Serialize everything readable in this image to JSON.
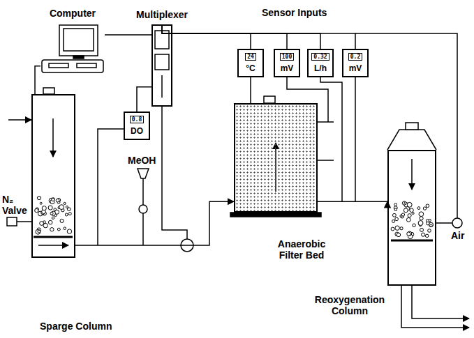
{
  "diagram": {
    "nodes": [
      {
        "text": [
          "Computer"
        ]
      },
      {
        "text": [
          "Multiplexer"
        ]
      },
      {
        "text": [
          "24",
          "°C"
        ]
      },
      {
        "text": [
          "100",
          "mV"
        ]
      },
      {
        "text": [
          "0.32",
          "L/h"
        ]
      },
      {
        "text": [
          "0.2",
          "mV"
        ]
      },
      {
        "text": [
          "0.8",
          "DO"
        ]
      },
      {
        "text": [
          "Sparge Column"
        ]
      },
      {
        "text": [
          "Anaerobic Filter Bed"
        ]
      },
      {
        "text": [
          "Reoxygenation Column"
        ]
      }
    ],
    "edges": [
      {
        "from": 0,
        "to": 1,
        "arrow": "none"
      },
      {
        "from": 1,
        "to": 2,
        "arrow": "none"
      },
      {
        "from": 1,
        "to": 3,
        "arrow": "none"
      },
      {
        "from": 1,
        "to": 4,
        "arrow": "none"
      },
      {
        "from": 1,
        "to": 5,
        "arrow": "none"
      },
      {
        "from": 1,
        "to": 6,
        "arrow": "none"
      },
      {
        "from": 0,
        "to": 7,
        "arrow": "none"
      },
      {
        "from": 7,
        "to": 8,
        "arrow": "to"
      },
      {
        "from": 8,
        "to": 9,
        "arrow": "to"
      }
    ],
    "labels": [
      "Sensor Inputs",
      "N₂ Valve",
      "MeOH",
      "Air"
    ]
  }
}
